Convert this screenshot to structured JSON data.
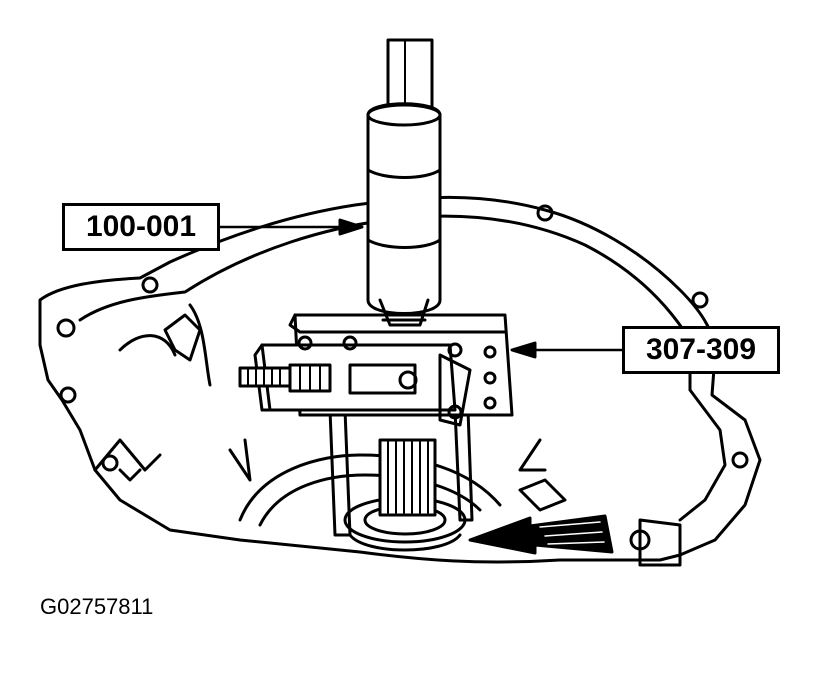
{
  "callouts": {
    "left": "100-001",
    "right": "307-309"
  },
  "figure_id": "G02757811",
  "colors": {
    "ink": "#000000",
    "paper": "#ffffff"
  }
}
